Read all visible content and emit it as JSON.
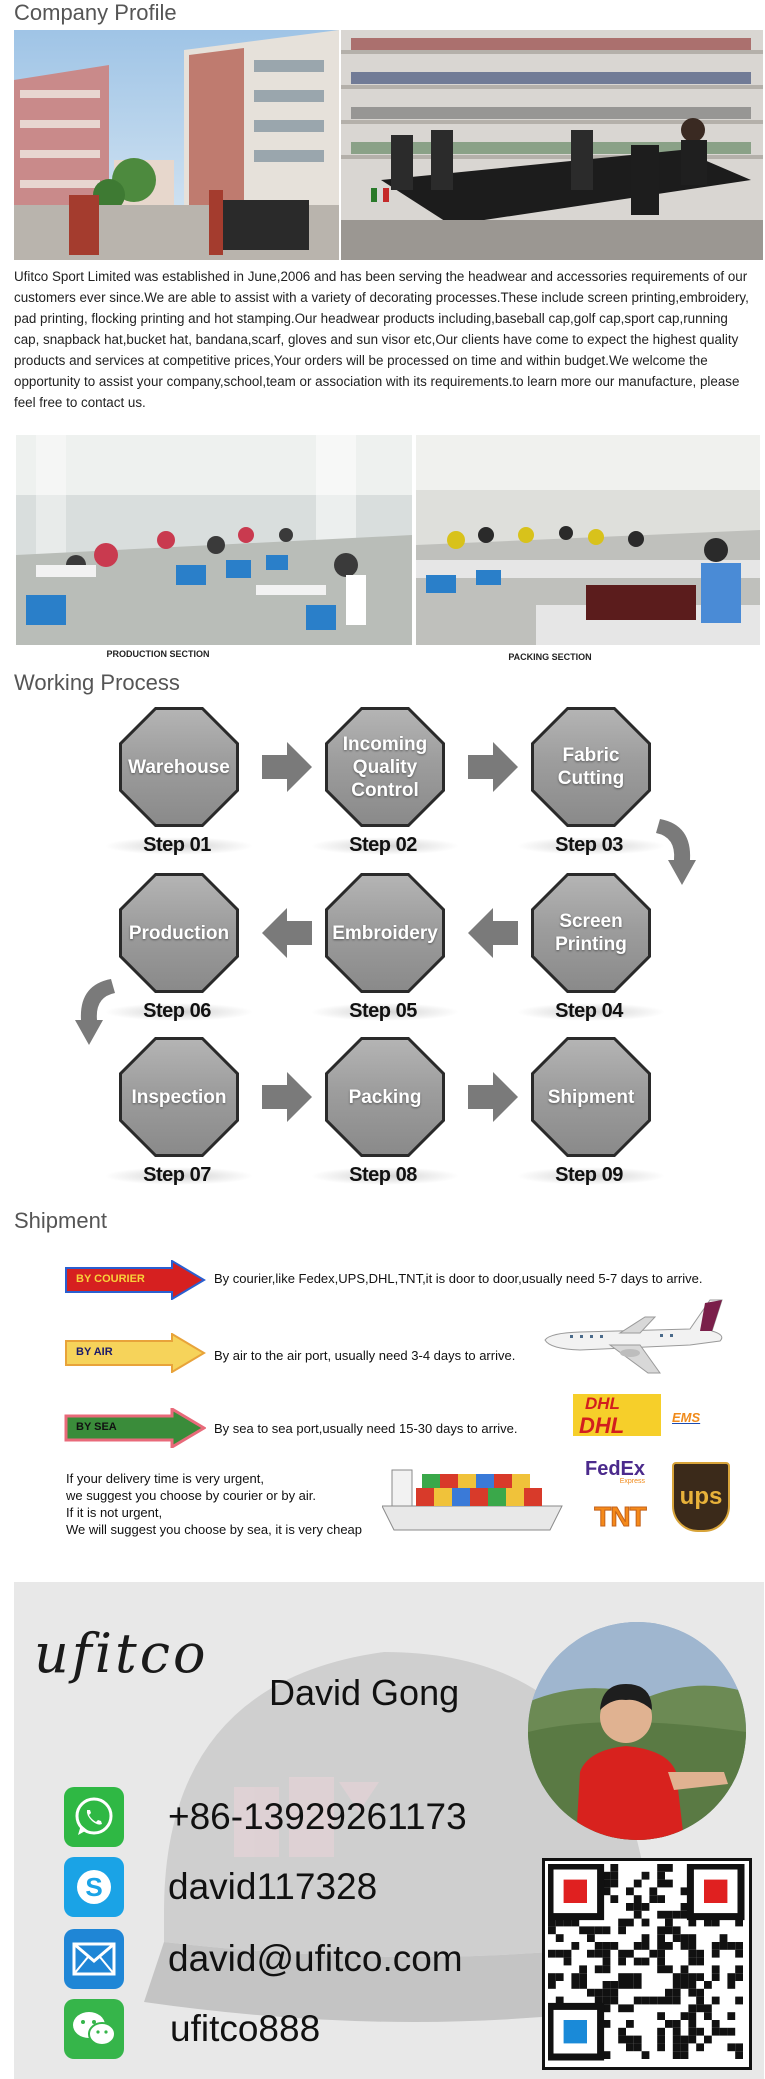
{
  "company_profile": {
    "title": "Company Profile",
    "intro": "Ufitco Sport Limited was established in June,2006 and has been serving the headwear and accessories requirements of our customers ever since.We are able to assist with a variety of decorating processes.These include screen printing,embroidery, pad printing, flocking printing and hot stamping.Our headwear products including,baseball cap,golf cap,sport cap,running cap, snapback hat,bucket hat, bandana,scarf, gloves and sun visor etc,Our clients have come to expect the highest quality products and services at competitive prices,Your orders will be processed on time and within budget.We welcome the opportunity to assist your company,school,team or association with its requirements.to learn more our manufacture, please feel free to contact us.",
    "captions": [
      "PRODUCTION SECTION",
      "PACKING SECTION"
    ]
  },
  "working_process": {
    "title": "Working Process",
    "steps": [
      {
        "label": "Warehouse",
        "step": "Step 01"
      },
      {
        "label": "Incoming Quality Control",
        "step": "Step 02"
      },
      {
        "label": "Fabric Cutting",
        "step": "Step 03"
      },
      {
        "label": "Screen Printing",
        "step": "Step 04"
      },
      {
        "label": "Embroidery",
        "step": "Step 05"
      },
      {
        "label": "Production",
        "step": "Step 06"
      },
      {
        "label": "Inspection",
        "step": "Step 07"
      },
      {
        "label": "Packing",
        "step": "Step 08"
      },
      {
        "label": "Shipment",
        "step": "Step 09"
      }
    ]
  },
  "shipment": {
    "title": "Shipment",
    "methods": [
      {
        "tag": "BY COURIER",
        "text": "By courier,like Fedex,UPS,DHL,TNT,it is door to door,usually need 5-7 days to arrive.",
        "color": "#d62020"
      },
      {
        "tag": "BY AIR",
        "text": "By air to the air port, usually need 3-4 days to arrive.",
        "color": "#f6d35a"
      },
      {
        "tag": "BY SEA",
        "text": "By sea to sea port,usually need 15-30 days to arrive.",
        "color": "#3a8c3a"
      }
    ],
    "note": [
      "If your delivery time is very urgent,",
      "we suggest you choose by courier or by air.",
      "If it is not urgent,",
      "We will suggest you choose by sea, it is very cheap"
    ],
    "logos": [
      "DHL",
      "DHL",
      "EMS",
      "FedEx",
      "Express",
      "TNT",
      "ups"
    ]
  },
  "contact": {
    "brand": "ufitco",
    "name": "David Gong",
    "phone": "+86-13929261173",
    "skype": "david117328",
    "email": "david@ufitco.com",
    "wechat": "ufitco888"
  },
  "colors": {
    "whatsapp": "#2fb844",
    "skype": "#1aa3e6",
    "email": "#1f86d6",
    "wechat": "#36b54a"
  }
}
